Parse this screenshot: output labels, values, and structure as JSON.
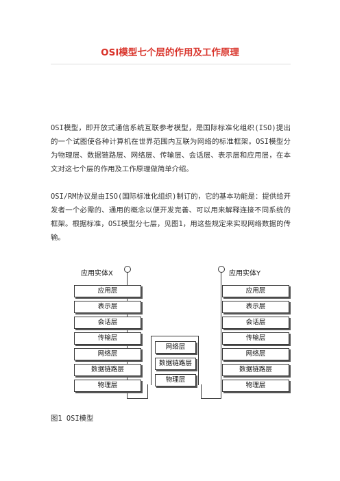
{
  "doc": {
    "title": "OSI模型七个层的作用及工作原理",
    "para1": "OSI模型，即开放式通信系统互联参考模型，是国际标准化组织(ISO)提出的一个试图使各种计算机在世界范围内互联为网络的标准框架。OSI模型分为物理层、数据链路层、网络层、传输层、会话层、表示层和应用层，在本文对这七个层的作用及工作原理做简单介绍。",
    "para2": "OSI/RM协议是由ISO(国际标准化组织)制订的，它的基本功能是：提供给开发者一个必需的、通用的概念以便开发完善、可以用来解释连接不同系统的框架。根据标准，OSI模型分七层，见图1，用这些规定来实现网络数据的传输。",
    "caption": "图1 OSI模型"
  },
  "diagram": {
    "left_entity": "应用实体X",
    "right_entity": "应用实体Y",
    "left_layers": [
      "应用层",
      "表示层",
      "会话层",
      "传输层",
      "网络层",
      "数据链路层",
      "物理层"
    ],
    "right_layers": [
      "应用层",
      "表示层",
      "会话层",
      "传输层",
      "网络层",
      "数据链路层",
      "物理层"
    ],
    "middle_layers": [
      "网络层",
      "数据链路层",
      "物理层"
    ]
  }
}
